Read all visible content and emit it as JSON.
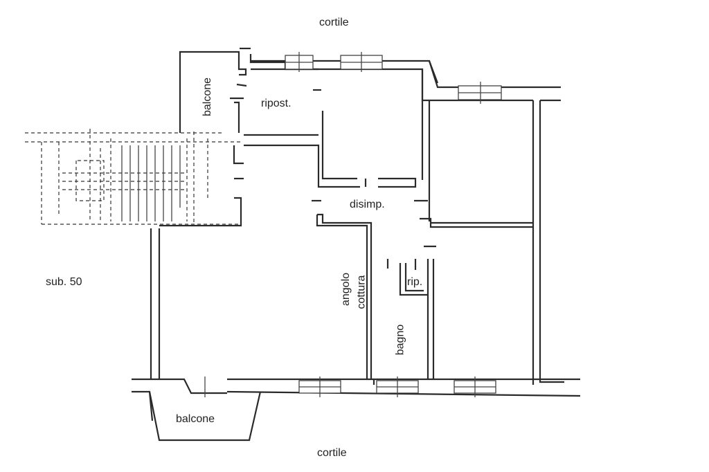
{
  "labels": {
    "cortile_top": "cortile",
    "cortile_bottom": "cortile",
    "balcone_top": "balcone",
    "balcone_bottom": "balcone",
    "ripost": "ripost.",
    "disimp": "disimp.",
    "sub": "sub. 50",
    "angolo_cottura_1": "angolo",
    "angolo_cottura_2": "cottura",
    "bagno": "bagno",
    "rip": "rip."
  }
}
